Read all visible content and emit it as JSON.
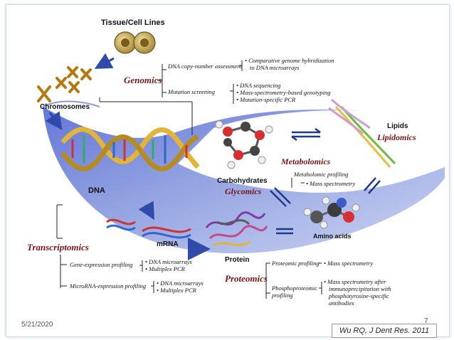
{
  "labels": {
    "tissue": "Tissue/Cell Lines",
    "chromosomes": "Chromosomes",
    "dna": "DNA",
    "mrna": "mRNA",
    "protein": "Protein",
    "amino_acids": "Amino acids",
    "carbohydrates": "Carbohydrates",
    "lipids": "Lipids"
  },
  "sections": {
    "genomics": "Genomics",
    "transcriptomics": "Transcriptomics",
    "metabolomics": "Metabolomics",
    "glycomics": "Glycomics",
    "lipidomics": "Lipidomics",
    "proteomics": "Proteomics"
  },
  "genomics": {
    "copy_number": "DNA copy-number assessment",
    "copy_number_methods": [
      "Comparative genome hybridization",
      "to DNA microarrays"
    ],
    "mutation": "Mutation screening",
    "mutation_methods": [
      "DNA sequencing",
      "Mass-spectrometry-based genotyping",
      "Mutation-specific PCR"
    ]
  },
  "metabolomics": {
    "profiling": "Metabolomic profiling",
    "method": "Mass spectrometry"
  },
  "transcriptomics": {
    "gene_expr": "Gene-expression profiling",
    "gene_expr_methods": [
      "DNA microarrays",
      "Multiplex PCR"
    ],
    "mirna": "MicroRNA-expression profiling",
    "mirna_methods": [
      "DNA microarrays",
      "Multiplex PCR"
    ]
  },
  "proteomics": {
    "profiling": "Proteomic profiling",
    "profiling_method": "Mass spectrometry",
    "phospho_line1": "Phosphoproteomic",
    "phospho_line2": "profiling",
    "phospho_method": [
      "Mass spectrometry after",
      "immunoprecipitation with",
      "phosphotyrosine-specific",
      "antibodies"
    ]
  },
  "footer": {
    "date": "5/21/2020",
    "page": "7",
    "citation": "Wu RQ, J Dent Res. 2011"
  },
  "colors": {
    "section_text": "#7a1616",
    "band_blue": "#8f9fe0",
    "dna_gold": "#e2b43a"
  }
}
